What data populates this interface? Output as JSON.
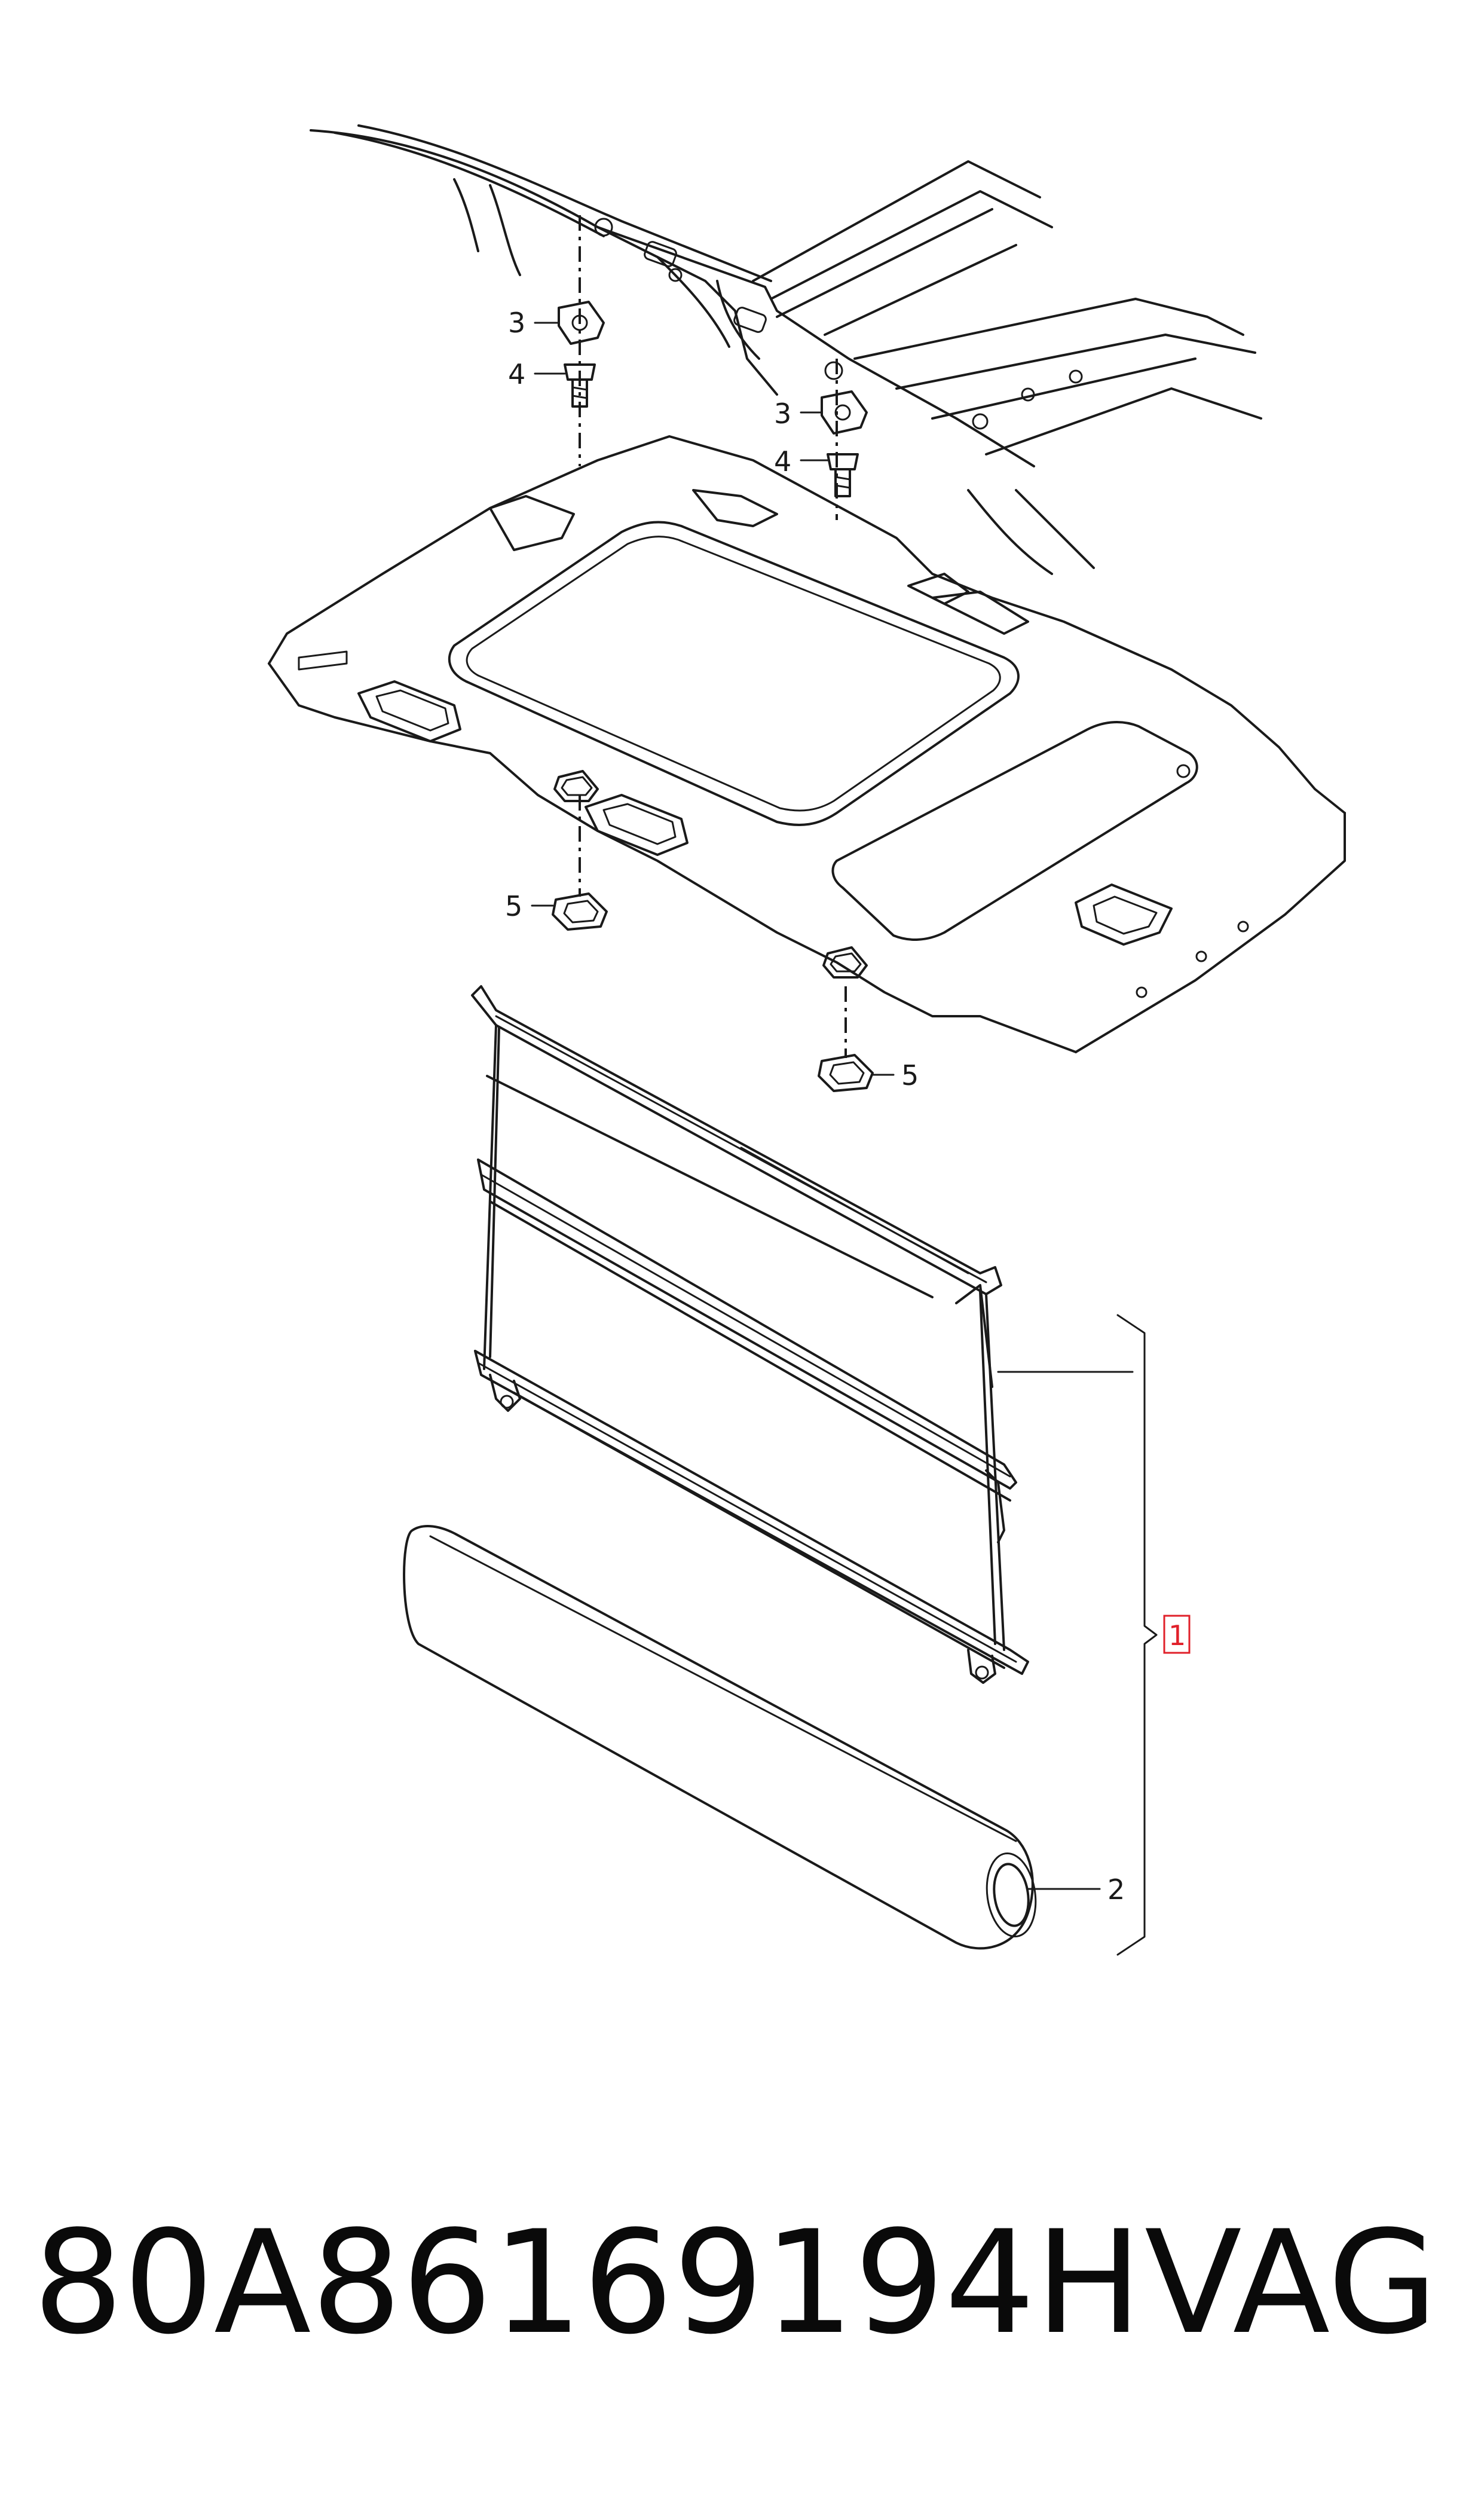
{
  "callouts": {
    "c1": "1",
    "c2": "2",
    "c3a": "3",
    "c3b": "3",
    "c4a": "4",
    "c4b": "4",
    "c5a": "5",
    "c5b": "5"
  },
  "footer": {
    "part_number": "80A86169194H",
    "brand": "VAG"
  },
  "colors": {
    "line": "#1a1a1a",
    "highlight": "#e0202a"
  }
}
